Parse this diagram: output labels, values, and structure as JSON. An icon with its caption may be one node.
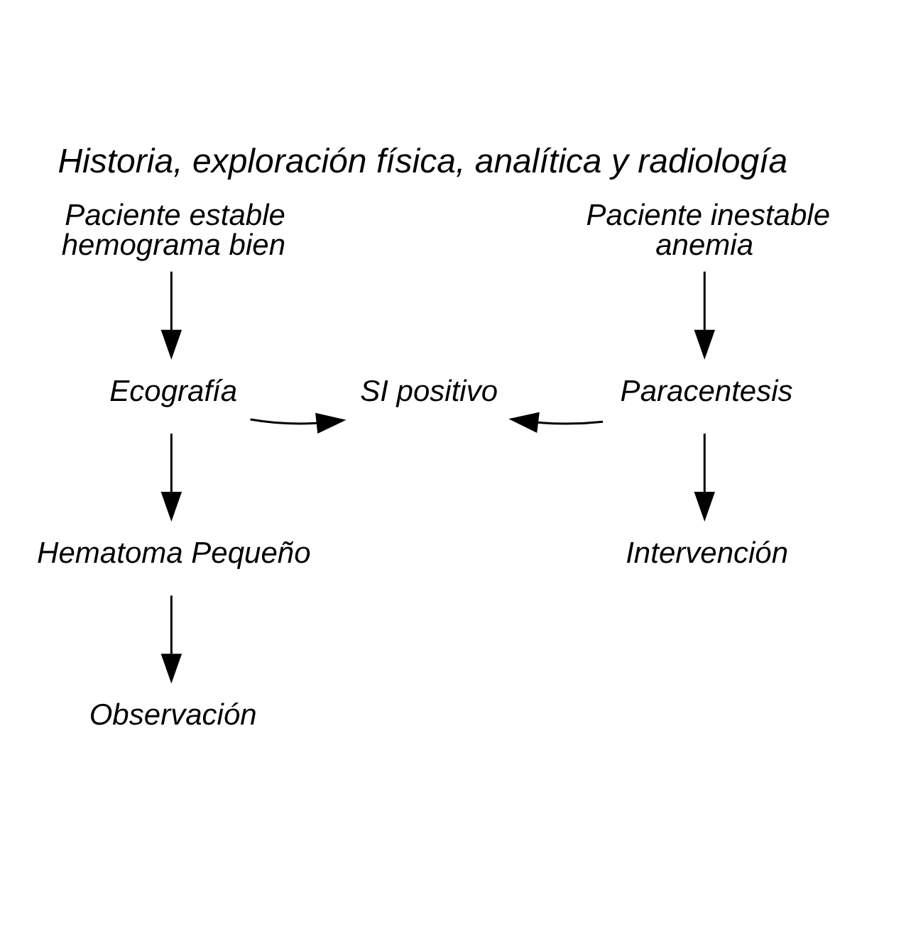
{
  "diagram": {
    "title": "Historia, exploración física, analítica y radiología",
    "nodes": [
      {
        "text": [
          "Paciente estable hemograma bien"
        ]
      },
      {
        "text": [
          "Paciente inestable anemia"
        ]
      },
      {
        "text": [
          "Ecografía"
        ]
      },
      {
        "text": [
          "SI positivo"
        ]
      },
      {
        "text": [
          "Paracentesis"
        ]
      },
      {
        "text": [
          "Hematoma Pequeño"
        ]
      },
      {
        "text": [
          "Intervención"
        ]
      },
      {
        "text": [
          "Observación"
        ]
      }
    ],
    "edges": [
      {
        "from": 0,
        "to": 2,
        "arrow": "to"
      },
      {
        "from": 1,
        "to": 4,
        "arrow": "to"
      },
      {
        "from": 4,
        "to": 3,
        "arrow": "to"
      },
      {
        "from": 2,
        "to": 3,
        "arrow": "to"
      },
      {
        "from": 2,
        "to": 5,
        "arrow": "to"
      },
      {
        "from": 4,
        "to": 6,
        "arrow": "to"
      },
      {
        "from": 5,
        "to": 7,
        "arrow": "to"
      }
    ]
  }
}
